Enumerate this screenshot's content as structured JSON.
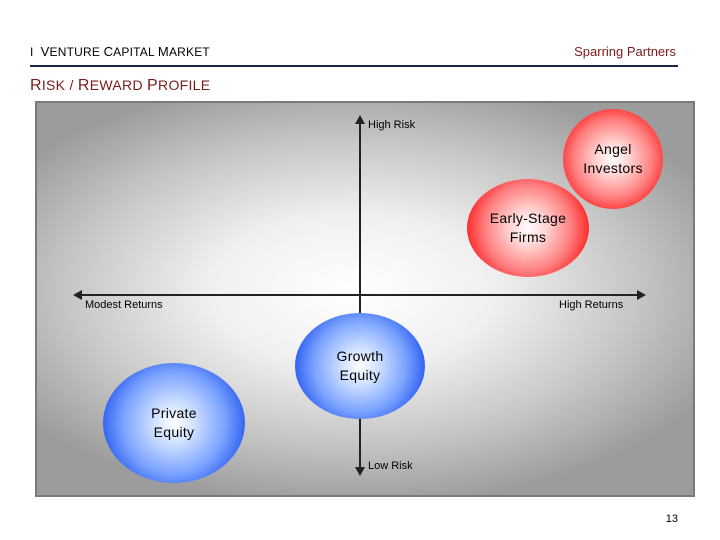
{
  "header": {
    "section_prefix": "I",
    "section_title_parts": [
      {
        "cap": "V",
        "rest": "ENTURE "
      },
      {
        "cap": "C",
        "rest": "APITAL "
      },
      {
        "cap": "M",
        "rest": "ARKET"
      }
    ],
    "company": "Sparring Partners"
  },
  "slide_title_parts": [
    {
      "cap": "R",
      "rest": "ISK / "
    },
    {
      "cap": "R",
      "rest": "EWARD "
    },
    {
      "cap": "P",
      "rest": "ROFILE"
    }
  ],
  "diagram": {
    "axis_labels": {
      "top": "High Risk",
      "bottom": "Low Risk",
      "left": "Modest Returns",
      "right": "High Returns"
    },
    "bubbles": {
      "angel": "Angel\nInvestors",
      "early": "Early-Stage\nFirms",
      "growth": "Growth\nEquity",
      "private": "Private\nEquity"
    },
    "colors": {
      "high_risk": "#ff2424",
      "low_risk": "#2b5cf0"
    }
  },
  "footer": {
    "page_number": "13"
  }
}
